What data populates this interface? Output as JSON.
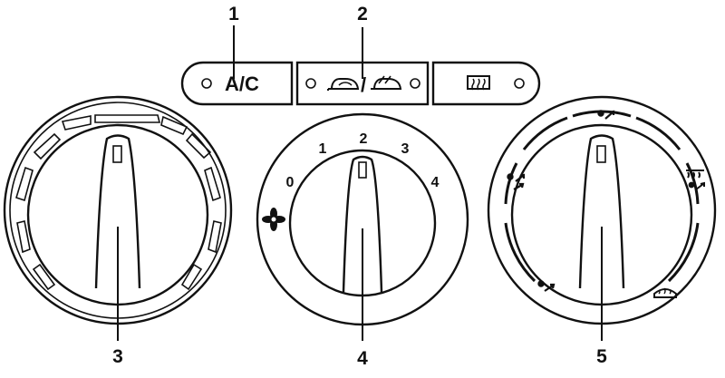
{
  "callouts": [
    "1",
    "2",
    "3",
    "4",
    "5"
  ],
  "buttons": {
    "ac_label": "A/C",
    "recirc_separator": "/"
  },
  "fan_scale": [
    "0",
    "1",
    "2",
    "3",
    "4"
  ],
  "icons": {
    "recirc_button": [
      "recirculation-icon",
      "fresh-air-icon"
    ],
    "rear_defrost_button": "rear-defrost-icon",
    "fan_knob": "fan-icon",
    "distribution_knob": [
      "face-vent-icon",
      "windshield-face-icon",
      "face-feet-icon",
      "feet-icon",
      "windshield-defrost-icon"
    ]
  },
  "colors": {
    "line": "#111111",
    "background": "#ffffff"
  }
}
